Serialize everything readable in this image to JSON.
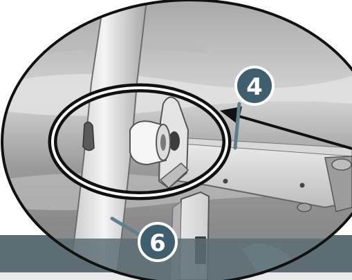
{
  "callouts": [
    {
      "number": "4",
      "target": "bracket-assembly"
    },
    {
      "number": "6",
      "target": "vertical-post"
    }
  ],
  "highlight": {
    "shape": "double-ring",
    "ring_color": "#111111",
    "gap_color": "#ffffff"
  },
  "colors": {
    "badge_fill": "#3f5f6e",
    "badge_border": "#ffffff",
    "leader_line": "#5f7f8d",
    "arrow": "#111111",
    "sky": "#c9c9c9",
    "base_band": "#5c6e74"
  }
}
